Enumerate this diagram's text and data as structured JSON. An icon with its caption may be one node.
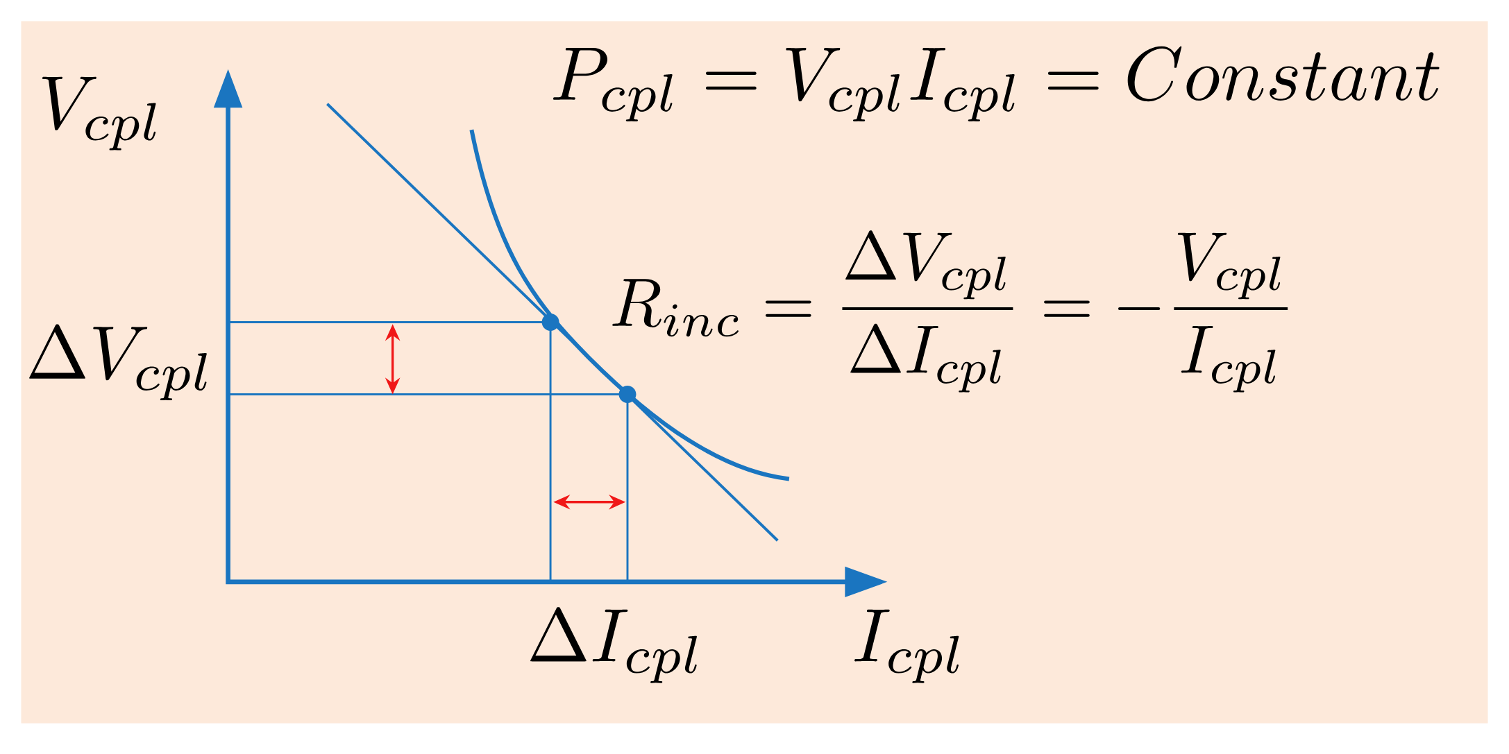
{
  "diagram": {
    "labels": [
      "P_{cpl} = V_{cpl}I_{cpl} = Constant",
      "V_{cpl}",
      "R_{inc} = \\frac{\\Delta V_{cpl}}{\\Delta I_{cpl}} = -\\frac{V_{cpl}}{I_{cpl}}",
      "\\Delta V_{cpl}",
      "\\Delta I_{cpl}",
      "I_{cpl}"
    ]
  }
}
